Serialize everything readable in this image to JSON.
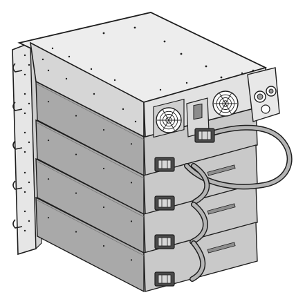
{
  "figure": {
    "ups_unit": {},
    "battery_modules": [
      {
        "module": 1
      },
      {
        "module": 2
      },
      {
        "module": 3
      },
      {
        "module": 4
      }
    ],
    "cables": [
      {
        "from": "ups",
        "to": "battery-1"
      },
      {
        "from": "battery-1",
        "to": "battery-2"
      },
      {
        "from": "battery-2",
        "to": "battery-3"
      },
      {
        "from": "battery-3",
        "to": "battery-4"
      }
    ],
    "colors": {
      "housing_light": "#e2e2e2",
      "housing_top": "#ededed",
      "battery_face": "#a9a9a9",
      "battery_top": "#c9c9c9",
      "outline": "#1e1e1e",
      "cable": "#b4b4b4"
    }
  }
}
